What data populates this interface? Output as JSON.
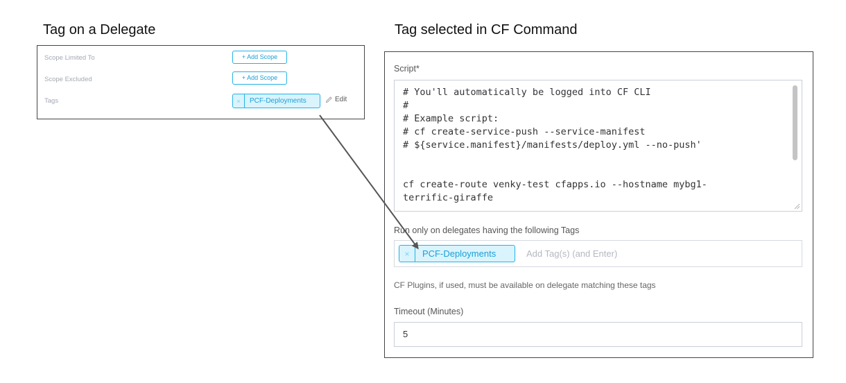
{
  "left": {
    "heading": "Tag on a Delegate",
    "scope_limited_label": "Scope Limited To",
    "scope_limited_button": "+ Add Scope",
    "scope_excluded_label": "Scope Excluded",
    "scope_excluded_button": "+ Add Scope",
    "tags_label": "Tags",
    "tag": {
      "remove": "×",
      "label": "PCF-Deployments"
    },
    "edit_label": "Edit"
  },
  "right": {
    "heading": "Tag selected in CF Command",
    "script_label": "Script*",
    "script_lines": [
      "# You'll automatically be logged into CF CLI",
      "#",
      "# Example script:",
      "# cf create-service-push --service-manifest",
      "# ${service.manifest}/manifests/deploy.yml --no-push'",
      "",
      "",
      "cf create-route venky-test cfapps.io --hostname mybg1-",
      "terrific-giraffe"
    ],
    "tags_label": "Run only on delegates having the following Tags",
    "tag": {
      "remove": "×",
      "label": "PCF-Deployments"
    },
    "tags_placeholder": "Add Tag(s) (and Enter)",
    "tags_help": "CF Plugins, if used, must be available on delegate matching these tags",
    "timeout_label": "Timeout (Minutes)",
    "timeout_value": "5"
  },
  "colors": {
    "accent": "#23b1e6",
    "chip_bg": "#d9f4fd",
    "arrow": "#555555"
  },
  "icons": {
    "edit": "pencil-icon",
    "remove": "close-icon",
    "resize": "resize-handle-icon",
    "pointer": "arrow-icon"
  }
}
